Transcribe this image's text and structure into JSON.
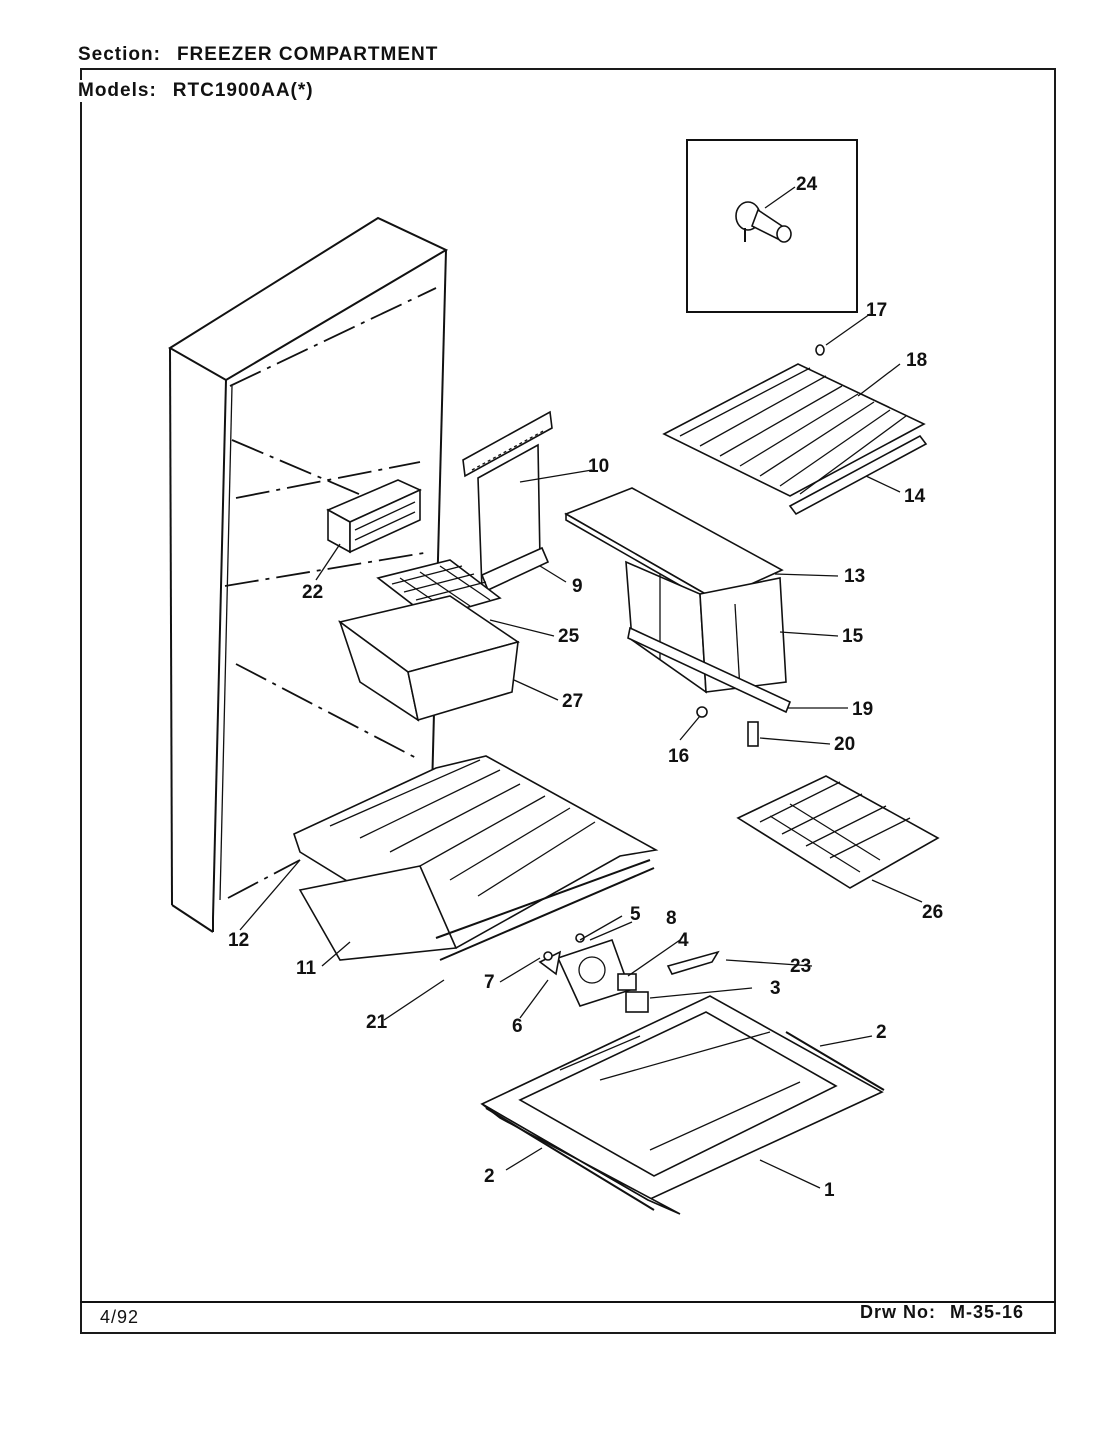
{
  "header": {
    "section_label": "Section:",
    "section_value": "FREEZER COMPARTMENT",
    "models_label": "Models:",
    "models_value": "RTC1900AA(*)"
  },
  "footer": {
    "date": "4/92",
    "drawing_label": "Drw No:",
    "drawing_number": "M-35-16"
  },
  "callouts": {
    "c1": "1",
    "c2a": "2",
    "c2b": "2",
    "c3": "3",
    "c4": "4",
    "c5": "5",
    "c6": "6",
    "c7": "7",
    "c8": "8",
    "c9": "9",
    "c10": "10",
    "c11": "11",
    "c12": "12",
    "c13": "13",
    "c14": "14",
    "c15": "15",
    "c16": "16",
    "c17": "17",
    "c18": "18",
    "c19": "19",
    "c20": "20",
    "c21": "21",
    "c22": "22",
    "c23": "23",
    "c24": "24",
    "c25": "25",
    "c26": "26",
    "c27": "27"
  }
}
